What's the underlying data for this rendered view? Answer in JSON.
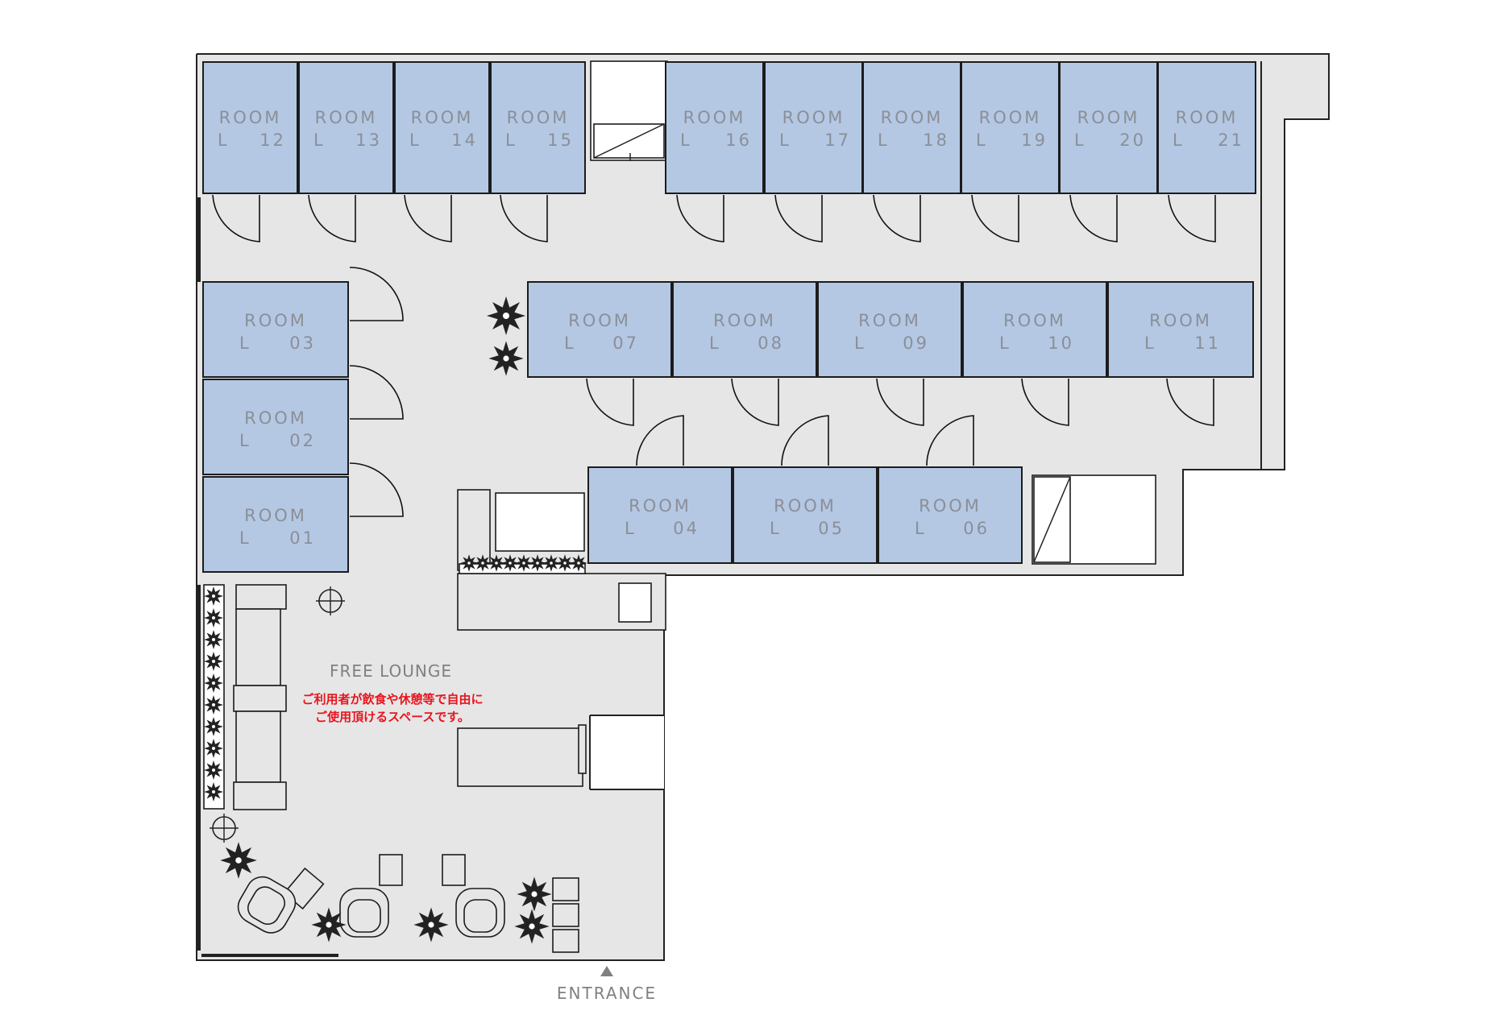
{
  "floor_plan": {
    "rooms": [
      {
        "id": "12",
        "word": "ROOM",
        "prefix": "L",
        "num": "12"
      },
      {
        "id": "13",
        "word": "ROOM",
        "prefix": "L",
        "num": "13"
      },
      {
        "id": "14",
        "word": "ROOM",
        "prefix": "L",
        "num": "14"
      },
      {
        "id": "15",
        "word": "ROOM",
        "prefix": "L",
        "num": "15"
      },
      {
        "id": "16",
        "word": "ROOM",
        "prefix": "L",
        "num": "16"
      },
      {
        "id": "17",
        "word": "ROOM",
        "prefix": "L",
        "num": "17"
      },
      {
        "id": "18",
        "word": "ROOM",
        "prefix": "L",
        "num": "18"
      },
      {
        "id": "19",
        "word": "ROOM",
        "prefix": "L",
        "num": "19"
      },
      {
        "id": "20",
        "word": "ROOM",
        "prefix": "L",
        "num": "20"
      },
      {
        "id": "21",
        "word": "ROOM",
        "prefix": "L",
        "num": "21"
      },
      {
        "id": "03",
        "word": "ROOM",
        "prefix": "L",
        "num": "03"
      },
      {
        "id": "02",
        "word": "ROOM",
        "prefix": "L",
        "num": "02"
      },
      {
        "id": "01",
        "word": "ROOM",
        "prefix": "L",
        "num": "01"
      },
      {
        "id": "07",
        "word": "ROOM",
        "prefix": "L",
        "num": "07"
      },
      {
        "id": "08",
        "word": "ROOM",
        "prefix": "L",
        "num": "08"
      },
      {
        "id": "09",
        "word": "ROOM",
        "prefix": "L",
        "num": "09"
      },
      {
        "id": "10",
        "word": "ROOM",
        "prefix": "L",
        "num": "10"
      },
      {
        "id": "11",
        "word": "ROOM",
        "prefix": "L",
        "num": "11"
      },
      {
        "id": "04",
        "word": "ROOM",
        "prefix": "L",
        "num": "04"
      },
      {
        "id": "05",
        "word": "ROOM",
        "prefix": "L",
        "num": "05"
      },
      {
        "id": "06",
        "word": "ROOM",
        "prefix": "L",
        "num": "06"
      }
    ],
    "lounge": {
      "title": "FREE LOUNGE",
      "note_line1": "ご利用者が飲食や休憩等で自由に",
      "note_line2": "ご使用頂けるスペースです。"
    },
    "entrance": {
      "label": "ENTRANCE"
    },
    "colors": {
      "room_fill": "#b4c8e4",
      "floor": "#e6e6e6",
      "note": "#e8141e",
      "label": "#8b8f97"
    }
  }
}
